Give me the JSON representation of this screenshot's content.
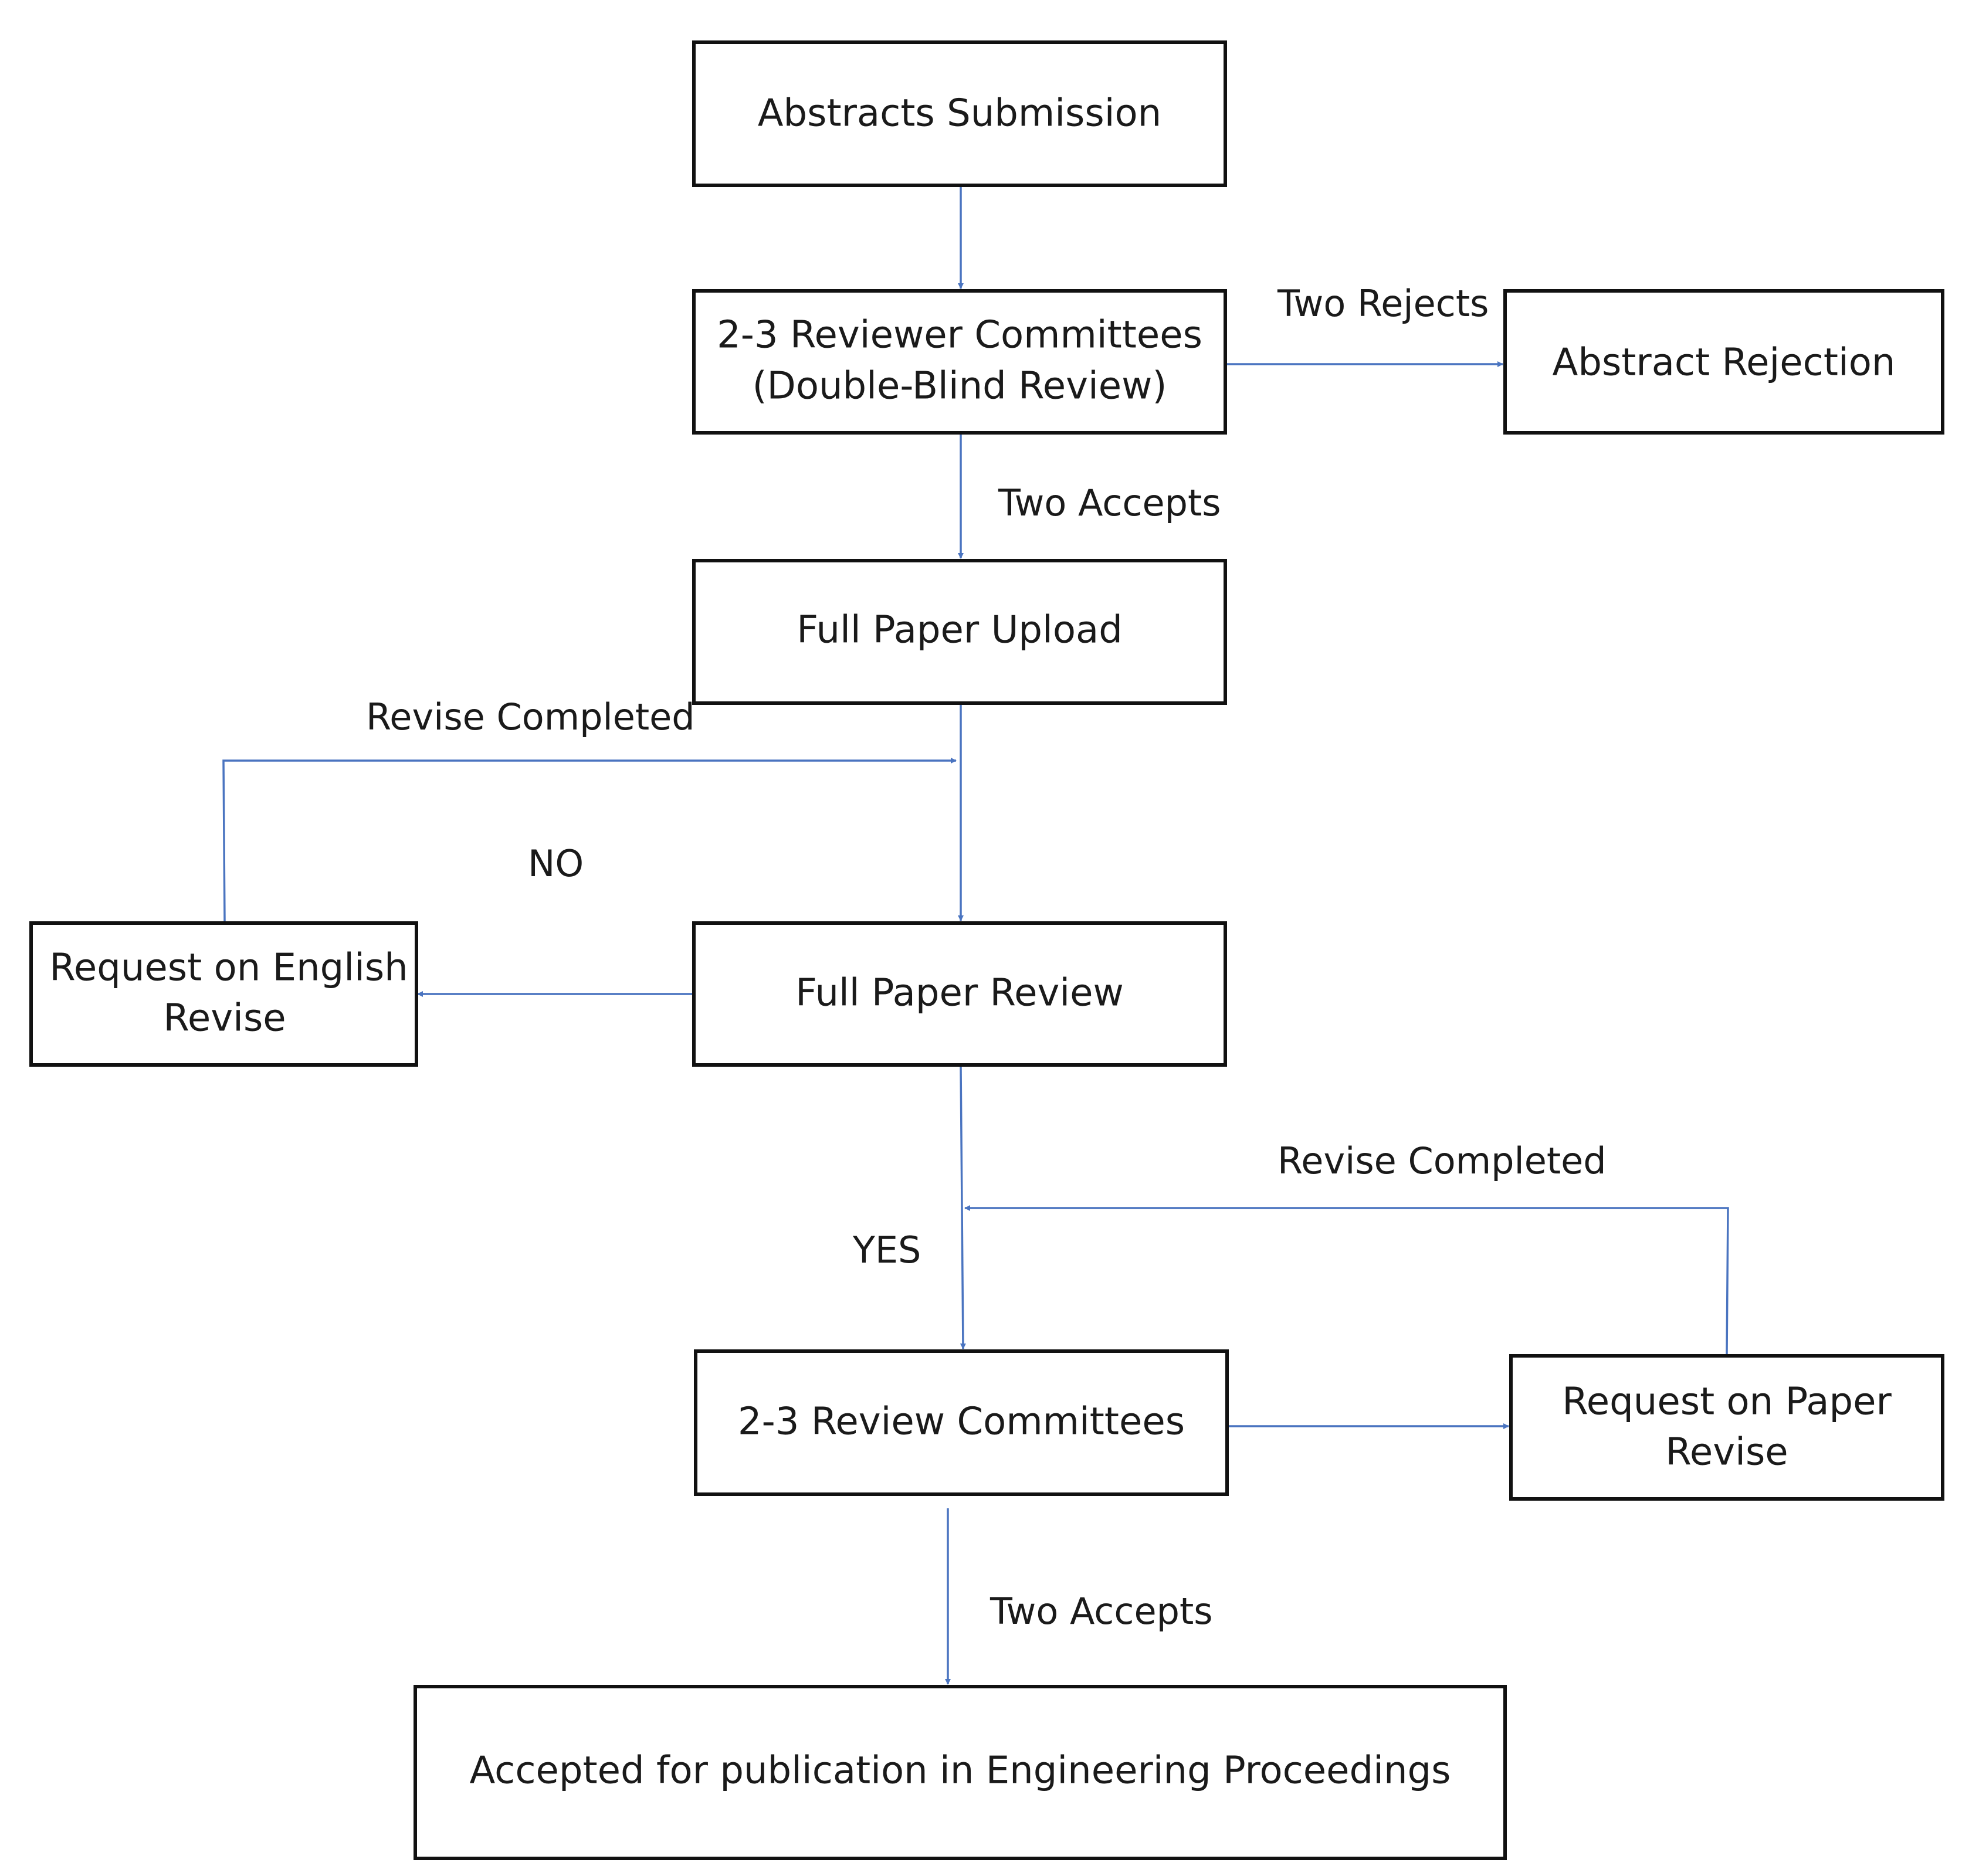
{
  "colors": {
    "edge": "#4a74c0",
    "box_border": "#111111",
    "text": "#1a1a1a"
  },
  "nodes": {
    "abstracts_submission": {
      "label": "Abstracts Submission"
    },
    "reviewer_committees": {
      "line1": "2-3 Reviewer Committees",
      "line2": "(Double-Blind Review)"
    },
    "abstract_rejection": {
      "label": "Abstract Rejection"
    },
    "full_paper_upload": {
      "label": "Full Paper Upload"
    },
    "full_paper_review": {
      "label": "Full Paper Review"
    },
    "request_english_revise": {
      "line1": "Request on English",
      "line2": "Revise"
    },
    "review_committees": {
      "label": "2-3 Review Committees"
    },
    "request_paper_revise": {
      "line1": "Request on Paper",
      "line2": "Revise"
    },
    "accepted_publication": {
      "label": "Accepted for publication in Engineering Proceedings"
    }
  },
  "edge_labels": {
    "two_rejects": "Two Rejects",
    "two_accepts_1": "Two Accepts",
    "revise_completed_1": "Revise Completed",
    "no": "NO",
    "revise_completed_2": "Revise Completed",
    "yes": "YES",
    "two_accepts_2": "Two Accepts"
  }
}
